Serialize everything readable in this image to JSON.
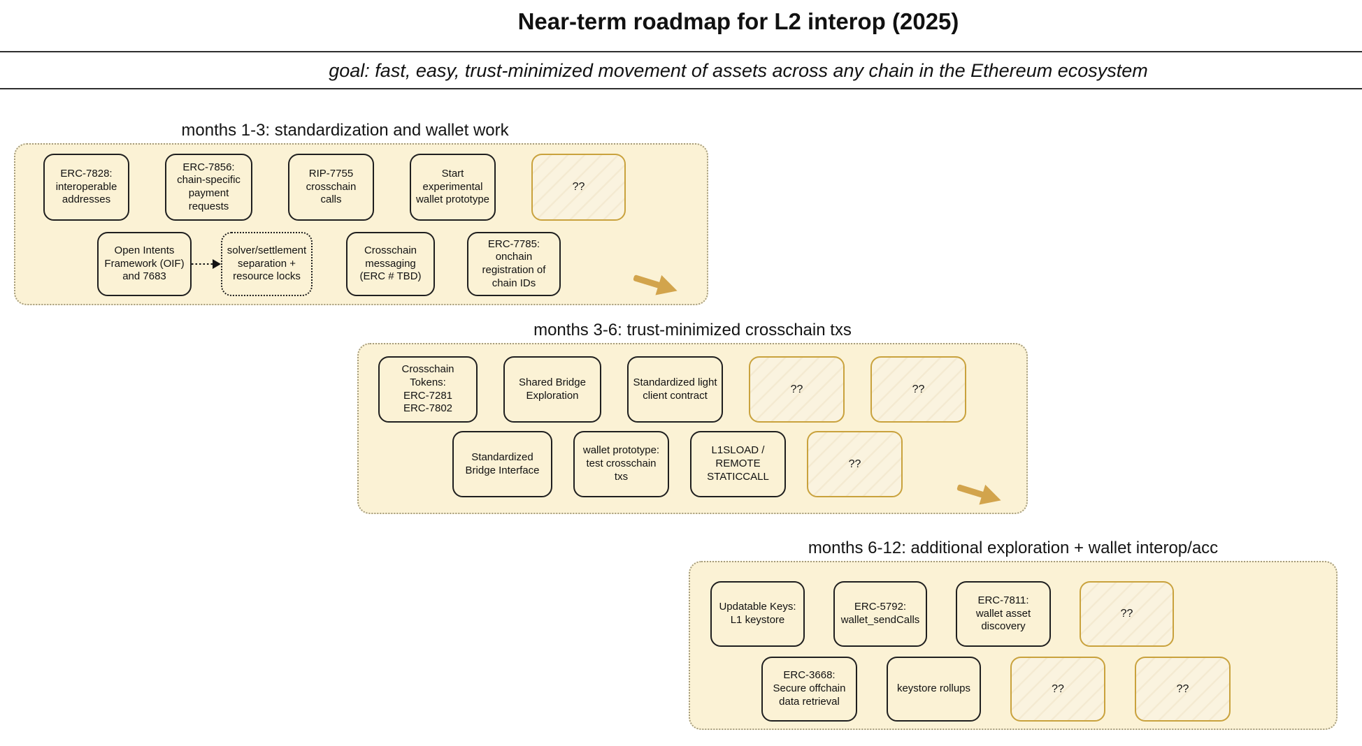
{
  "header": {
    "title": "Near-term roadmap for L2 interop (2025)",
    "goal": "goal: fast, easy, trust-minimized movement of assets across any chain in the Ethereum ecosystem"
  },
  "colors": {
    "panel_background": "#FBF2D5",
    "panel_dotted_border": "#A59C7D",
    "box_border": "#1F1F1F",
    "unknown_box_border": "#C9A23D",
    "unknown_box_background": "#FAF3DF",
    "golden_arrow": "#D2A44C",
    "text": "#111111",
    "page_background": "#FFFFFF"
  },
  "unknown_label": "??",
  "sections": [
    {
      "label": "months 1-3: standardization and wallet work",
      "rows": [
        [
          {
            "text": "ERC-7828:\ninteroperable\naddresses",
            "style": "solid"
          },
          {
            "text": "ERC-7856:\nchain-specific\npayment\nrequests",
            "style": "solid"
          },
          {
            "text": "RIP-7755\ncrosschain\ncalls",
            "style": "solid"
          },
          {
            "text": "Start\nexperimental\nwallet prototype",
            "style": "solid"
          },
          {
            "text": "??",
            "style": "unknown"
          }
        ],
        [
          {
            "text": "Open Intents\nFramework (OIF)\nand 7683",
            "style": "solid"
          },
          {
            "type": "dotted-arrow-connector",
            "from": "Open Intents Framework (OIF) and 7683",
            "to": "solver/settlement separation + resource locks"
          },
          {
            "text": "solver/settlement\nseparation +\nresource locks",
            "style": "dotted"
          },
          {
            "text": "Crosschain\nmessaging\n(ERC # TBD)",
            "style": "solid"
          },
          {
            "text": "ERC-7785:\nonchain\nregistration of\nchain IDs",
            "style": "solid"
          }
        ]
      ],
      "next_arrow": "golden-arrow"
    },
    {
      "label": "months 3-6: trust-minimized crosschain txs",
      "rows": [
        [
          {
            "text": "Crosschain\nTokens:\nERC-7281\nERC-7802",
            "style": "solid"
          },
          {
            "text": "Shared Bridge\nExploration",
            "style": "solid"
          },
          {
            "text": "Standardized light\nclient contract",
            "style": "solid"
          },
          {
            "text": "??",
            "style": "unknown"
          },
          {
            "text": "??",
            "style": "unknown"
          }
        ],
        [
          {
            "text": "Standardized\nBridge Interface",
            "style": "solid"
          },
          {
            "text": "wallet prototype:\ntest crosschain\ntxs",
            "style": "solid"
          },
          {
            "text": "L1SLOAD /\nREMOTE\nSTATICCALL",
            "style": "solid"
          },
          {
            "text": "??",
            "style": "unknown"
          }
        ]
      ],
      "next_arrow": "golden-arrow"
    },
    {
      "label": "months 6-12: additional exploration + wallet interop/acc",
      "rows": [
        [
          {
            "text": "Updatable Keys:\nL1 keystore",
            "style": "solid"
          },
          {
            "text": "ERC-5792:\nwallet_sendCalls",
            "style": "solid"
          },
          {
            "text": "ERC-7811:\nwallet asset\ndiscovery",
            "style": "solid"
          },
          {
            "text": "??",
            "style": "unknown"
          }
        ],
        [
          {
            "text": "ERC-3668:\nSecure offchain\ndata retrieval",
            "style": "solid"
          },
          {
            "text": "keystore rollups",
            "style": "solid"
          },
          {
            "text": "??",
            "style": "unknown"
          },
          {
            "text": "??",
            "style": "unknown"
          }
        ]
      ]
    }
  ]
}
